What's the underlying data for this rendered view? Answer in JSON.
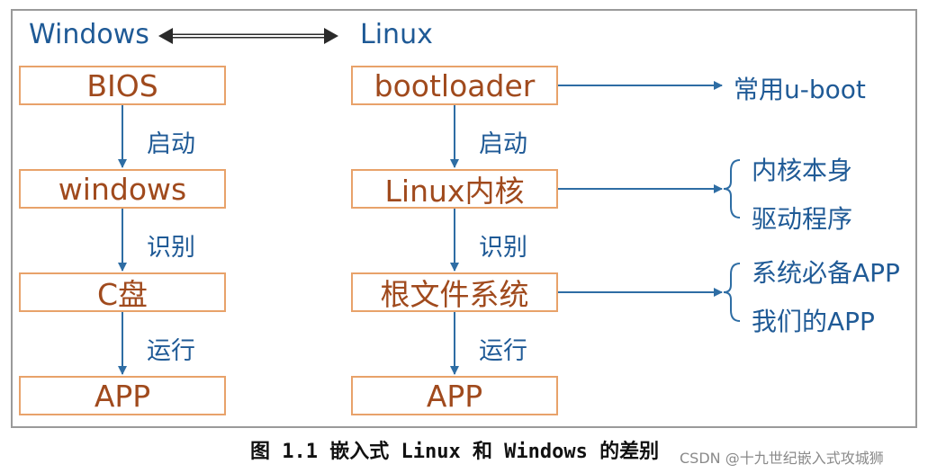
{
  "header": {
    "windows": "Windows",
    "linux": "Linux"
  },
  "windows_column": {
    "boxes": [
      "BIOS",
      "windows",
      "C盘",
      "APP"
    ],
    "step_labels": [
      "启动",
      "识别",
      "运行"
    ]
  },
  "linux_column": {
    "boxes": [
      "bootloader",
      "Linux内核",
      "根文件系统",
      "APP"
    ],
    "step_labels": [
      "启动",
      "识别",
      "运行"
    ]
  },
  "notes": {
    "bootloader": "常用u-boot",
    "kernel": [
      "内核本身",
      "驱动程序"
    ],
    "rootfs": [
      "系统必备APP",
      "我们的APP"
    ]
  },
  "caption": "图 1.1 嵌入式 Linux 和 Windows 的差别",
  "watermark": "CSDN @十九世纪嵌入式攻城狮",
  "colors": {
    "header_text": "#1f5a96",
    "box_border": "#e8a26a",
    "box_text": "#a04a1d",
    "arrow": "#2e6da4"
  }
}
